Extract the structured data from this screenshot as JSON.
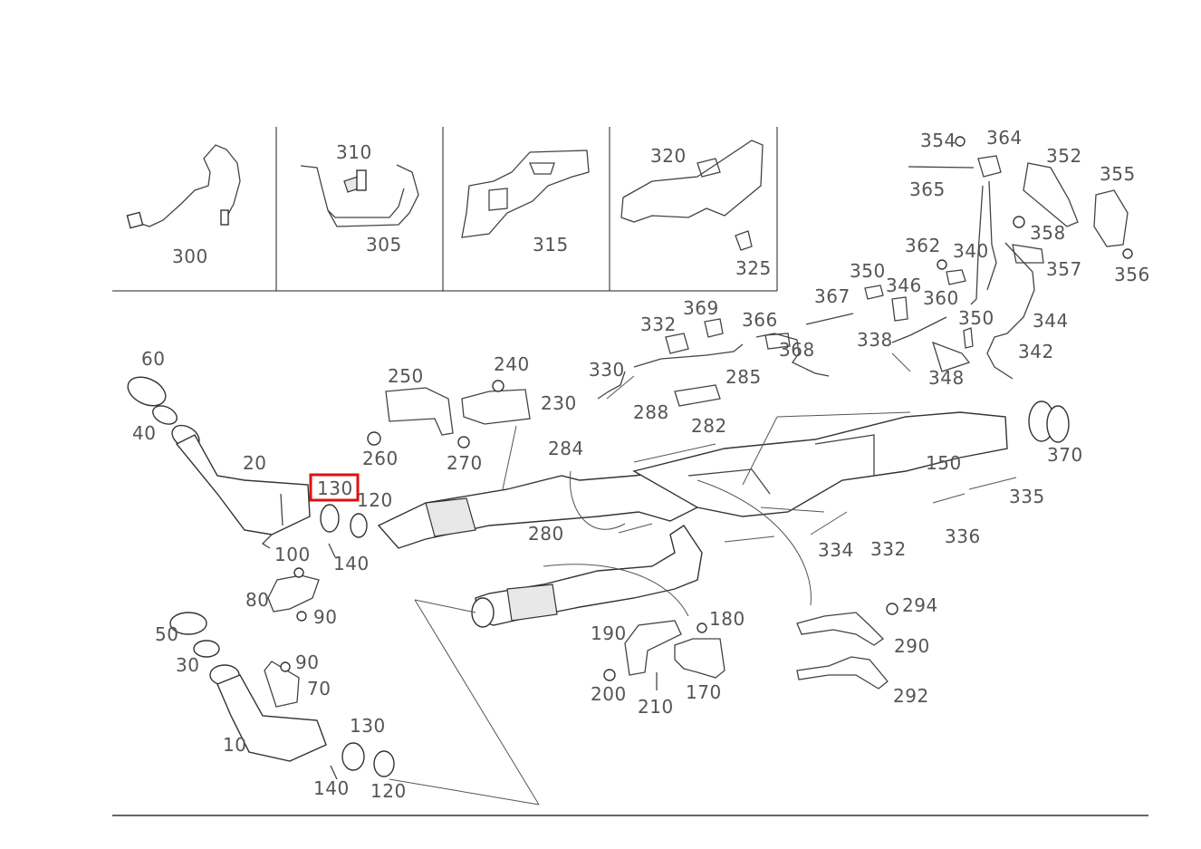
{
  "highlight": {
    "label": "130",
    "color": "#e01010"
  },
  "labels": [
    "300",
    "310",
    "305",
    "315",
    "320",
    "325",
    "354",
    "364",
    "352",
    "355",
    "365",
    "358",
    "362",
    "340",
    "357",
    "356",
    "350",
    "346",
    "367",
    "360",
    "350",
    "366",
    "369",
    "332",
    "344",
    "338",
    "342",
    "368",
    "330",
    "285",
    "348",
    "60",
    "250",
    "240",
    "230",
    "288",
    "282",
    "40",
    "370",
    "260",
    "270",
    "284",
    "150",
    "20",
    "130",
    "120",
    "335",
    "280",
    "332",
    "334",
    "336",
    "100",
    "140",
    "80",
    "90",
    "294",
    "50",
    "180",
    "190",
    "290",
    "30",
    "90",
    "70",
    "200",
    "210",
    "170",
    "292",
    "130",
    "10",
    "140",
    "120"
  ]
}
